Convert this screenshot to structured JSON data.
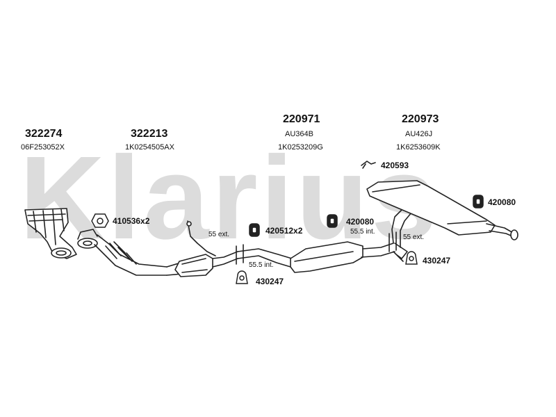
{
  "watermark": {
    "text": "Klarius",
    "color": "#dcdcdc"
  },
  "assemblies": [
    {
      "number": "322274",
      "code": "06F253052X"
    },
    {
      "number": "322213",
      "code": "1K0254505AX"
    },
    {
      "number": "220971",
      "sub": "AU364B",
      "code": "1K0253209G"
    },
    {
      "number": "220973",
      "sub": "AU426J",
      "code": "1K6253609K"
    }
  ],
  "parts": {
    "hanger_top": "420593",
    "mount_right": "420080",
    "mount_mid": "420080",
    "gasket": "410536x2",
    "mount_x2": "420512x2",
    "clamp_low": "430247",
    "clamp_right": "430247"
  },
  "dims": {
    "ext_left": "55 ext.",
    "int_left": "55.5 int.",
    "int_right": "55.5 int.",
    "ext_right": "55 ext."
  },
  "colors": {
    "line": "#222222",
    "fill": "#ffffff"
  }
}
